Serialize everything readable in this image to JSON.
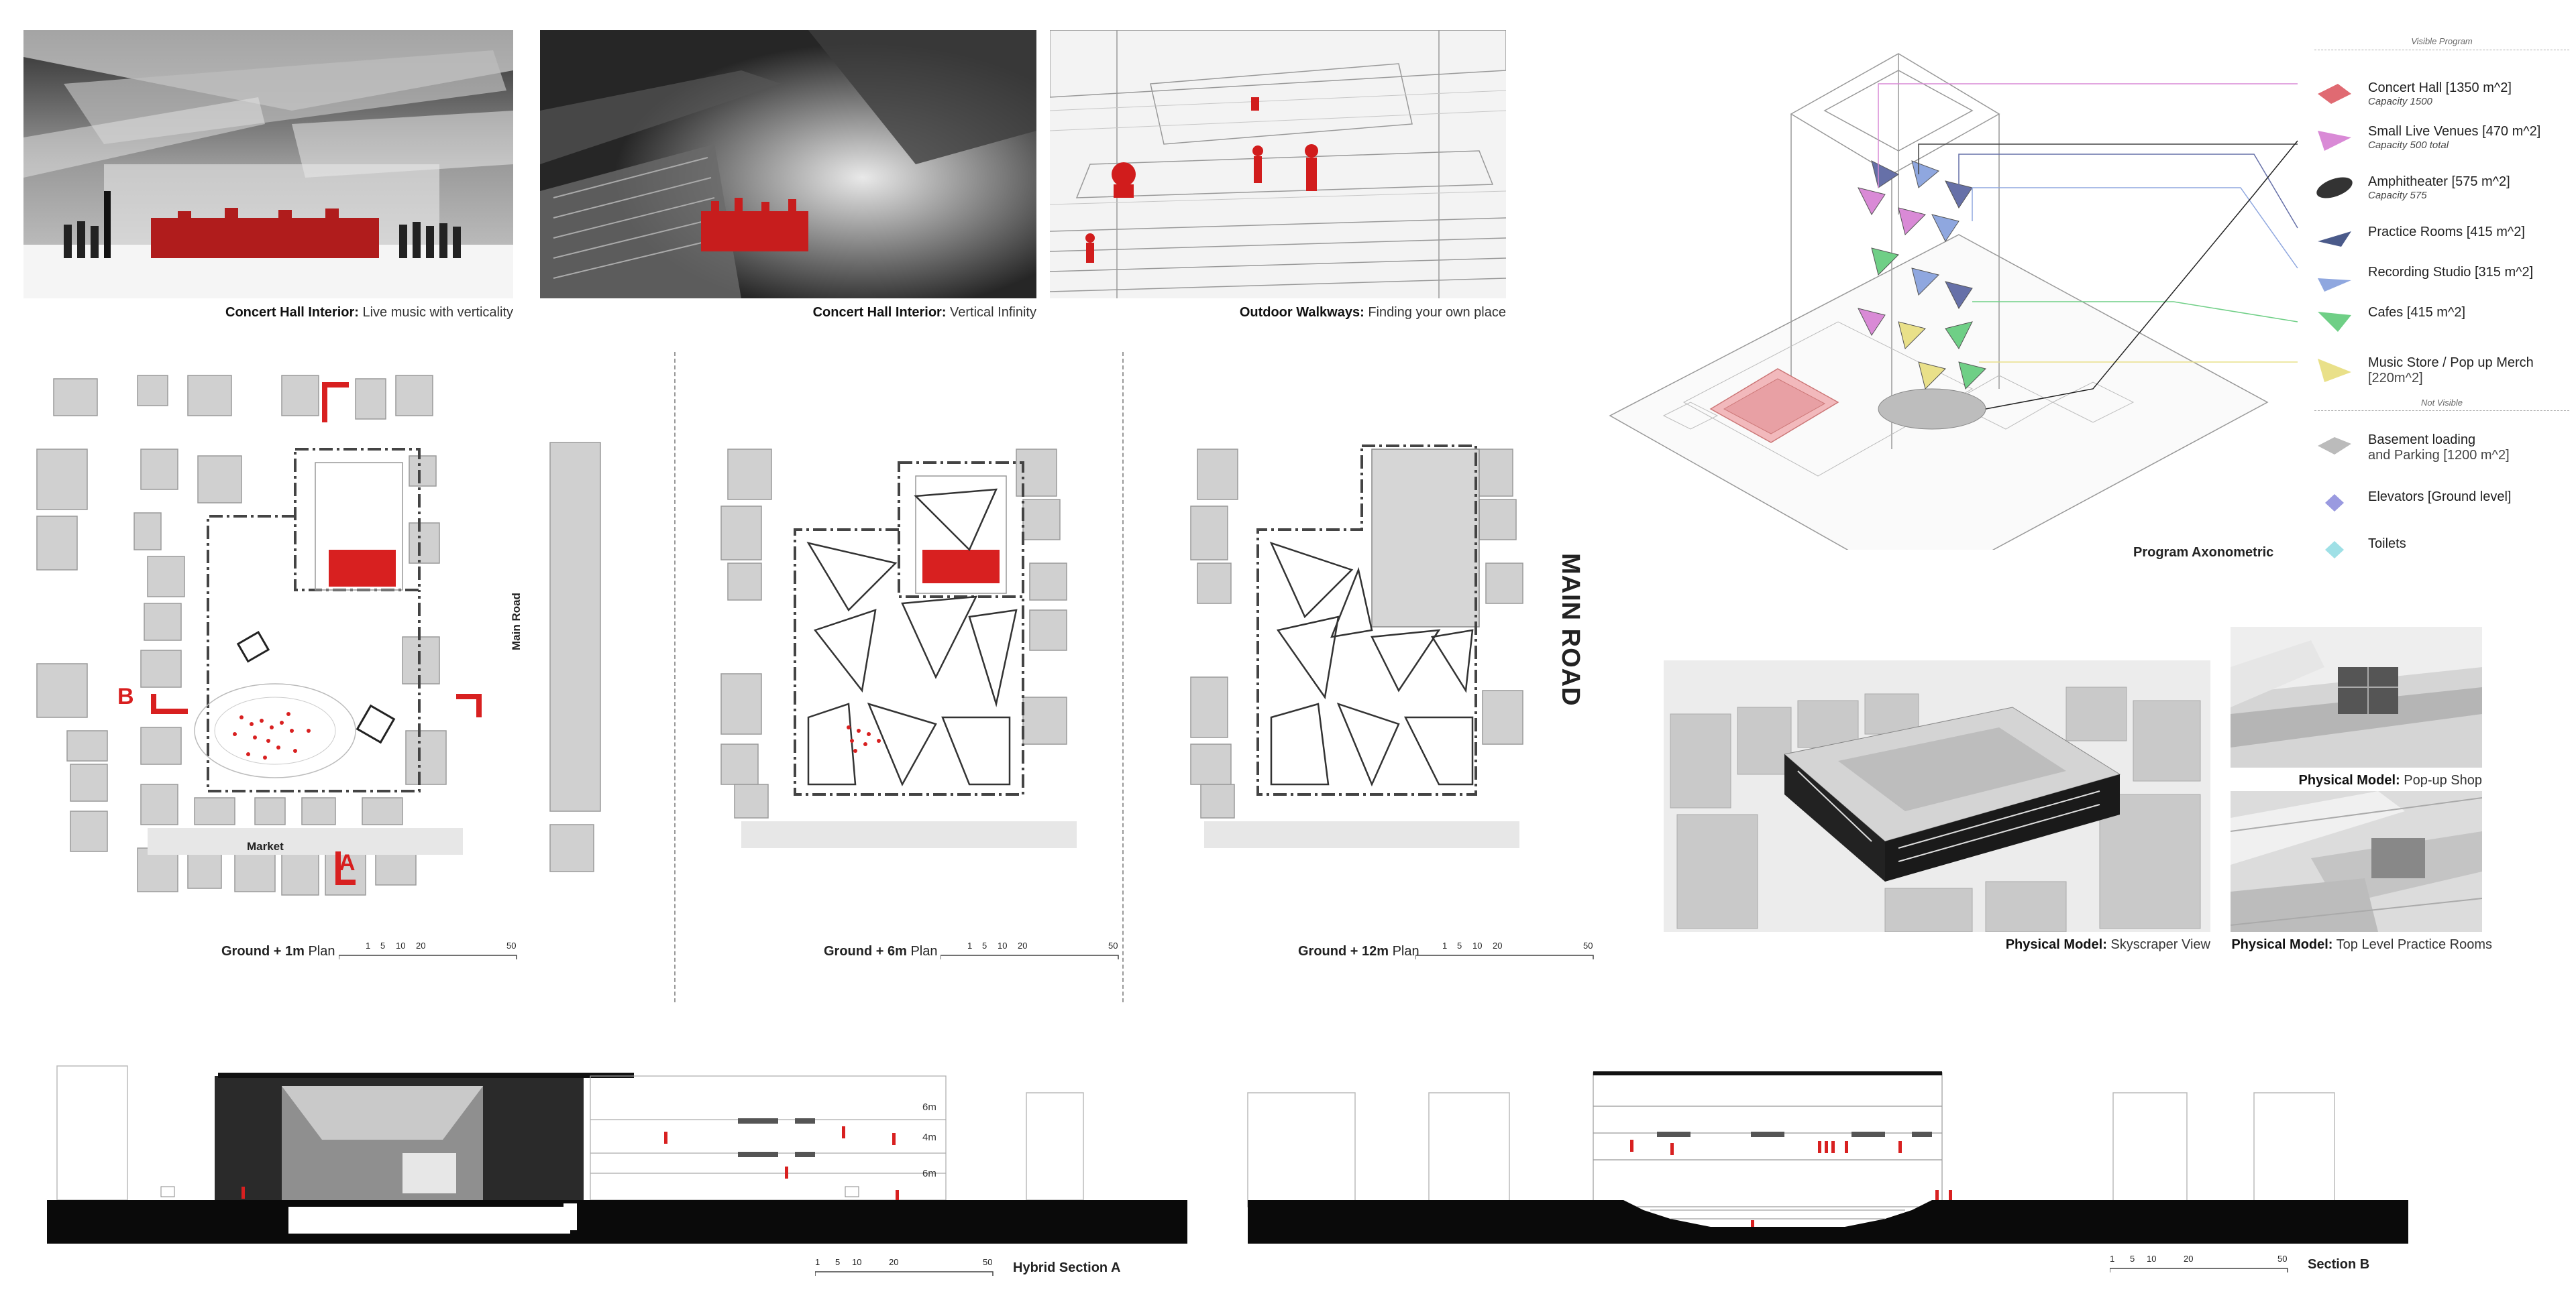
{
  "renders": {
    "r1": {
      "title": "Concert Hall Interior:",
      "desc": " Live music with verticality"
    },
    "r2": {
      "title": "Concert Hall Interior:",
      "desc": " Vertical Infinity"
    },
    "r3": {
      "title": "Outdoor Walkways:",
      "desc": " Finding your own place"
    }
  },
  "plans": {
    "p1": {
      "level": "Ground + 1m",
      "suffix": " Plan"
    },
    "p2": {
      "level": "Ground + 6m",
      "suffix": " Plan"
    },
    "p3": {
      "level": "Ground + 12m",
      "suffix": " Plan"
    }
  },
  "plan_labels": {
    "main_road_small": "Main Road",
    "market": "Market",
    "marker_a": "A",
    "marker_b": "B",
    "main_road_big": "MAIN ROAD"
  },
  "scale": {
    "t1": "1",
    "t5": "5",
    "t10": "10",
    "t20": "20",
    "t50": "50"
  },
  "axo": {
    "title": "Program Axonometric"
  },
  "legend": {
    "visible_header": "Visible Program",
    "not_visible_header": "Not Visible",
    "items": [
      {
        "label": "Concert Hall [1350  m^2]",
        "sub": "Capacity 1500",
        "color": "#e06a72"
      },
      {
        "label": "Small Live Venues [470 m^2]",
        "sub": "Capacity 500 total",
        "color": "#d98ad6"
      },
      {
        "label": "Amphitheater [575 m^2]",
        "sub": "Capacity 575",
        "color": "#333333"
      },
      {
        "label": "Practice Rooms [415 m^2]",
        "sub": "",
        "color": "#4a5a8a"
      },
      {
        "label": "Recording Studio [315 m^2]",
        "sub": "",
        "color": "#8fa7df"
      },
      {
        "label": "Cafes [415 m^2]",
        "sub": "",
        "color": "#6fcf86"
      },
      {
        "label": "Music Store / Pop up Merch",
        "sub": "[220m^2]",
        "color": "#e9e089"
      },
      {
        "label": "Basement loading",
        "sub": "and Parking [1200 m^2]",
        "color": "#bbbbbb"
      },
      {
        "label": "Elevators [Ground level]",
        "sub": "",
        "color": "#9a9ae0"
      },
      {
        "label": "Toilets",
        "sub": "",
        "color": "#9fe0e6"
      }
    ]
  },
  "models": {
    "m1": {
      "title": "Physical Model:",
      "desc": " Skyscraper View"
    },
    "m2": {
      "title": "Physical Model:",
      "desc": " Pop-up Shop"
    },
    "m3": {
      "title": "Physical Model:",
      "desc": " Top Level Practice Rooms"
    }
  },
  "sections": {
    "a": {
      "title": "Hybrid Section A"
    },
    "b": {
      "title": "Section B"
    },
    "heights": [
      "6m",
      "4m",
      "6m"
    ]
  },
  "colors": {
    "accent_red": "#d81e1e"
  }
}
